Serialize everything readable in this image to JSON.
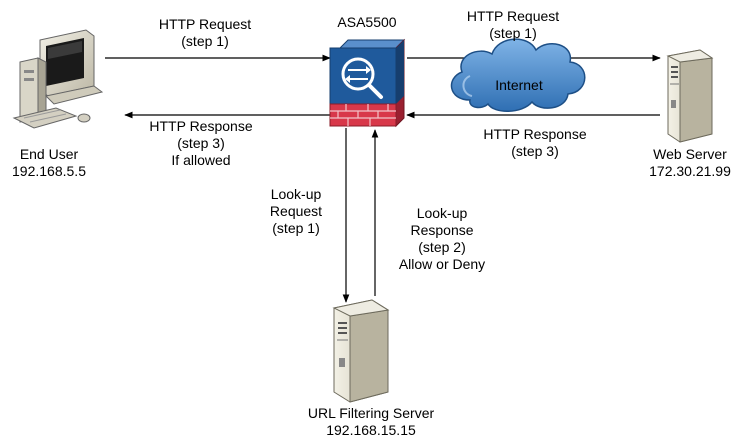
{
  "nodes": {
    "end_user": {
      "name": "End User",
      "ip": "192.168.5.5"
    },
    "asa": {
      "name": "ASA5500"
    },
    "internet": {
      "name": "Internet"
    },
    "web_server": {
      "name": "Web Server",
      "ip": "172.30.21.99"
    },
    "url_server": {
      "name": "URL Filtering Server",
      "ip": "192.168.15.15"
    }
  },
  "edges": {
    "req_left": {
      "line1": "HTTP Request",
      "line2": "(step 1)"
    },
    "resp_left": {
      "line1": "HTTP Response",
      "line2": "(step 3)",
      "line3": "If allowed"
    },
    "req_right": {
      "line1": "HTTP Request",
      "line2": "(step 1)"
    },
    "resp_right": {
      "line1": "HTTP Response",
      "line2": "(step 3)"
    },
    "lookup_req": {
      "line1": "Look-up",
      "line2": "Request",
      "line3": "(step 1)"
    },
    "lookup_resp": {
      "line1": "Look-up",
      "line2": "Response",
      "line3": "(step 2)",
      "line4": "Allow or Deny"
    }
  },
  "colors": {
    "firewall_blue": "#1f5a9c",
    "firewall_red": "#d8384a",
    "cloud_blue": "#3d7fc0",
    "server_grey": "#dcd8c8"
  }
}
